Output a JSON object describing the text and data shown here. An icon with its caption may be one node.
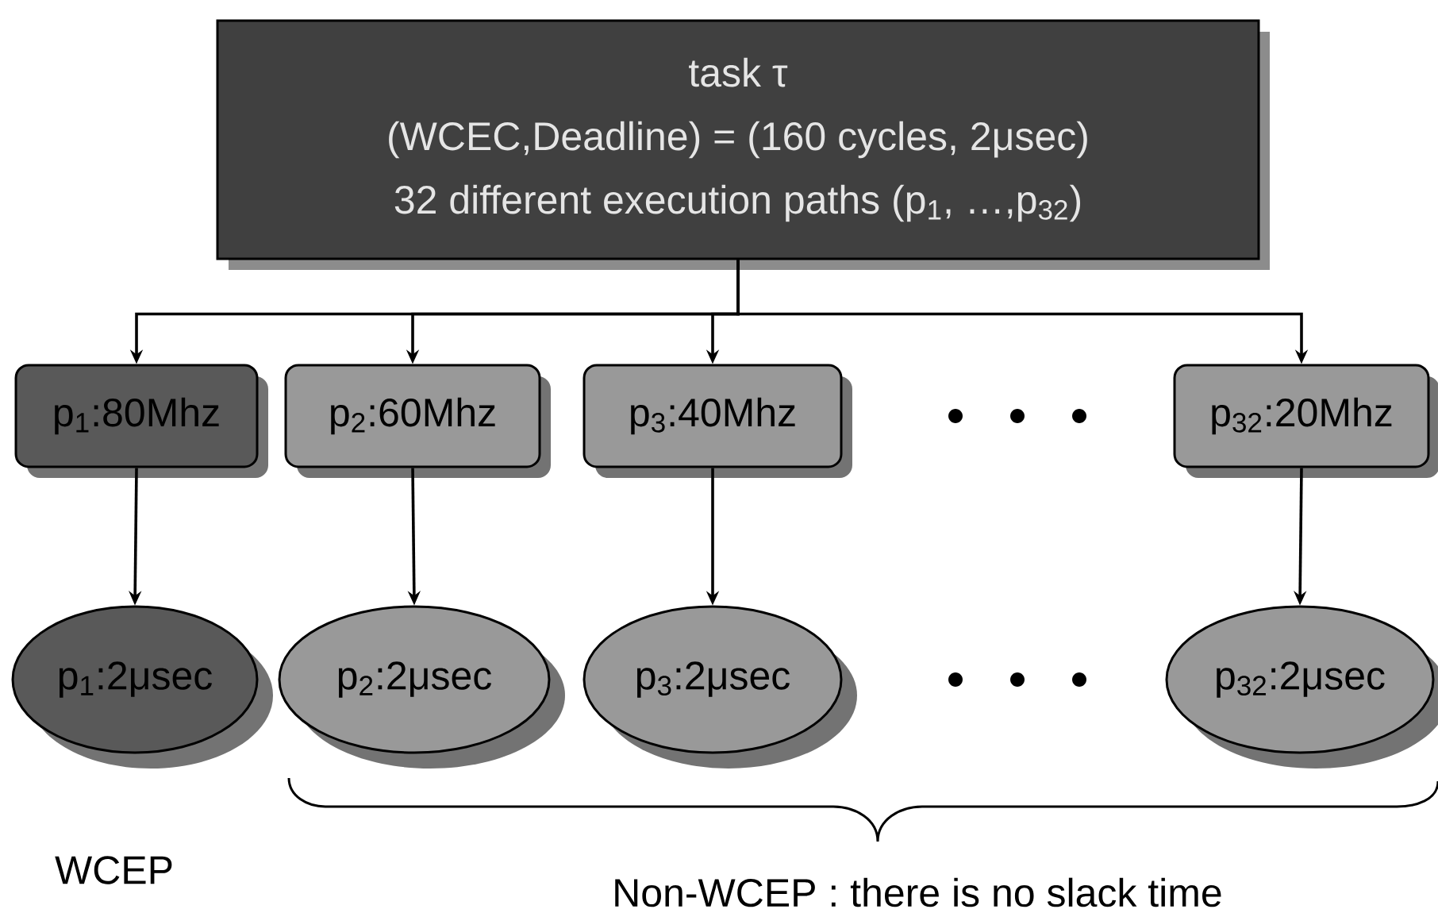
{
  "diagram": {
    "nodes": [
      {
        "text": [
          "task τ",
          "(WCEC,Deadline) = (160 cycles, 2μsec)",
          "32 different execution paths (p$_{1}$, …,p$_{32}$)"
        ]
      },
      {
        "text": [
          "p$_{1}$:80Mhz"
        ]
      },
      {
        "text": [
          "p$_{2}$:60Mhz"
        ]
      },
      {
        "text": [
          "p$_{3}$:40Mhz"
        ]
      },
      {
        "text": [
          "p$_{32}$:20Mhz"
        ]
      },
      {
        "text": [
          "p$_{1}$:2μsec"
        ]
      },
      {
        "text": [
          "p$_{2}$:2μsec"
        ]
      },
      {
        "text": [
          "p$_{3}$:2μsec"
        ]
      },
      {
        "text": [
          "p$_{32}$:2μsec"
        ]
      }
    ],
    "edges": [
      {
        "from": 0,
        "to": 1,
        "arrow": "to"
      },
      {
        "from": 0,
        "to": 2,
        "arrow": "to"
      },
      {
        "from": 0,
        "to": 3,
        "arrow": "to"
      },
      {
        "from": 0,
        "to": 4,
        "arrow": "to"
      },
      {
        "from": 1,
        "to": 5,
        "arrow": "to"
      },
      {
        "from": 2,
        "to": 6,
        "arrow": "to"
      },
      {
        "from": 3,
        "to": 7,
        "arrow": "to"
      },
      {
        "from": 4,
        "to": 8,
        "arrow": "to"
      }
    ],
    "labels": [
      "WCEP",
      "Non-WCEP : there is no slack time"
    ]
  }
}
